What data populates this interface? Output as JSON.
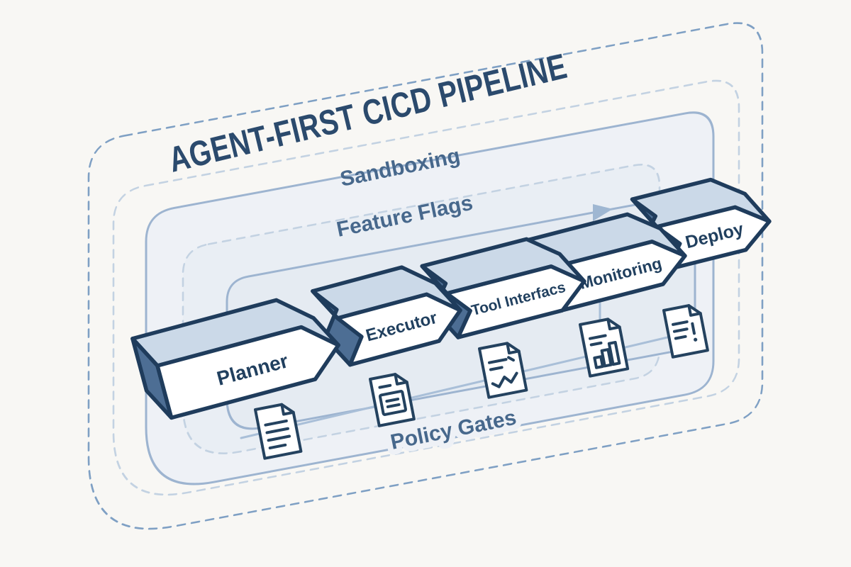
{
  "title": "AGENT-FIRST CICD PIPELINE",
  "layers": {
    "sandboxing": "Sandboxing",
    "feature_flags": "Feature Flags",
    "policy_gates": "Policy Gates"
  },
  "pipeline": {
    "flow_direction": "left-to-right",
    "stages": [
      {
        "label": "Planner",
        "artifact_icon": "document-lines-icon"
      },
      {
        "label": "Executor",
        "artifact_icon": "document-panel-icon"
      },
      {
        "label": "Tool Interfacs",
        "artifact_icon": "document-trend-icon"
      },
      {
        "label": "Monitoring",
        "artifact_icon": "document-barchart-icon"
      },
      {
        "label": "Deploy",
        "artifact_icon": "document-alert-icon"
      }
    ]
  },
  "colors": {
    "background": "#f8f7f4",
    "title_text": "#2b4a6d",
    "layer_label_text": "#47688c",
    "container_dashed_outer": "#7fa0c4",
    "container_dashed_light": "#c3d2e2",
    "container_solid": "#9db4d0",
    "container_fill": "#eef1f6",
    "block_outline": "#1f3c5c",
    "block_front": "#ffffff",
    "block_top": "#cbd9e8",
    "block_side": "#4d6e94",
    "block_label_text": "#21405f",
    "icon_stroke": "#24425f",
    "connector": "#a9bfd8"
  }
}
